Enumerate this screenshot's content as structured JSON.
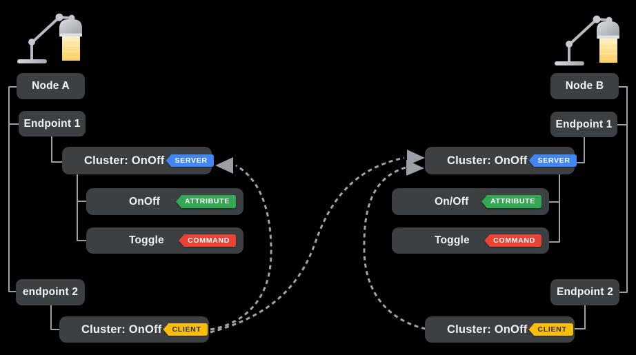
{
  "background": "#000000",
  "palette": {
    "box_fill": "#3c4043",
    "box_text": "#f1f3f4",
    "connector_line": "#9aa0a6",
    "arrow_color": "#9aa0a6",
    "server_badge_bg": "#4285f4",
    "attribute_badge_bg": "#34a853",
    "command_badge_bg": "#ea4335",
    "client_badge_bg": "#fbbc04",
    "client_badge_text": "#2d2f31"
  },
  "left_node": {
    "device_icon": "desk-lamp-icon",
    "node_label": "Node A",
    "endpoint1_label": "Endpoint 1",
    "cluster_server": {
      "label": "Cluster: OnOff",
      "badge": "SERVER"
    },
    "attribute_row": {
      "label": "OnOff",
      "badge": "ATTRIBUTE"
    },
    "command_row": {
      "label": "Toggle",
      "badge": "COMMAND"
    },
    "endpoint2_label": "endpoint 2",
    "cluster_client": {
      "label": "Cluster: OnOff",
      "badge": "CLIENT"
    }
  },
  "right_node": {
    "device_icon": "desk-lamp-icon",
    "node_label": "Node B",
    "endpoint1_label": "Endpoint 1",
    "cluster_server": {
      "label": "Cluster: OnOff",
      "badge": "SERVER"
    },
    "attribute_row": {
      "label": "On/Off",
      "badge": "ATTRIBUTE"
    },
    "command_row": {
      "label": "Toggle",
      "badge": "COMMAND"
    },
    "endpoint2_label": "Endpoint 2",
    "cluster_client": {
      "label": "Cluster: OnOff",
      "badge": "CLIENT"
    }
  }
}
